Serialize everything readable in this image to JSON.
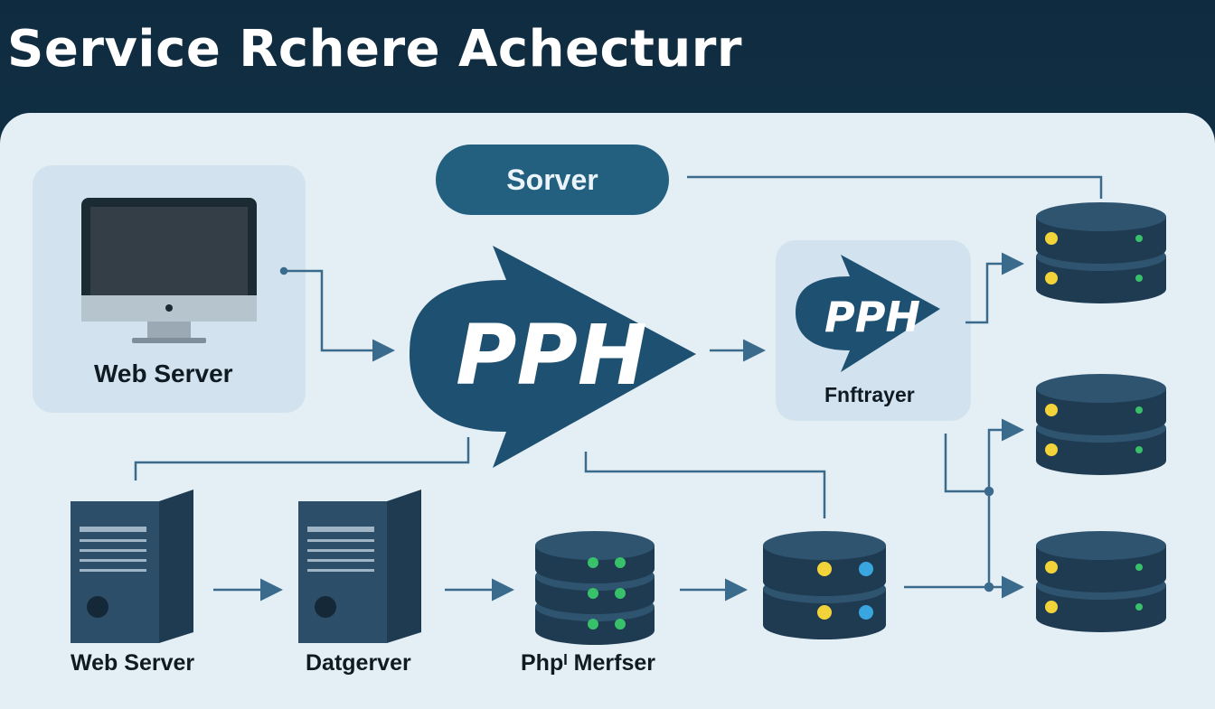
{
  "title": "Service Rchere Achecturr",
  "server_pill": "Sorver",
  "main_node": "PPH",
  "secondary_node": "PPH",
  "labels": {
    "web_server_top": "Web Server",
    "secondary_caption": "Fnftrayer",
    "web_server_bottom": "Web Server",
    "datgerver": "Datgerver",
    "php_merfser": "Phpᴵ Merfser"
  },
  "colors": {
    "header_bg": "#12324a",
    "panel_bg": "#e4eef5",
    "node_blue": "#1d5071",
    "pill_blue": "#23607f",
    "db_dark": "#1f3b52",
    "connector": "#3a6a8c",
    "led_yellow": "#f2d43a",
    "led_green": "#38c06a",
    "led_blue": "#3aa6e0"
  }
}
